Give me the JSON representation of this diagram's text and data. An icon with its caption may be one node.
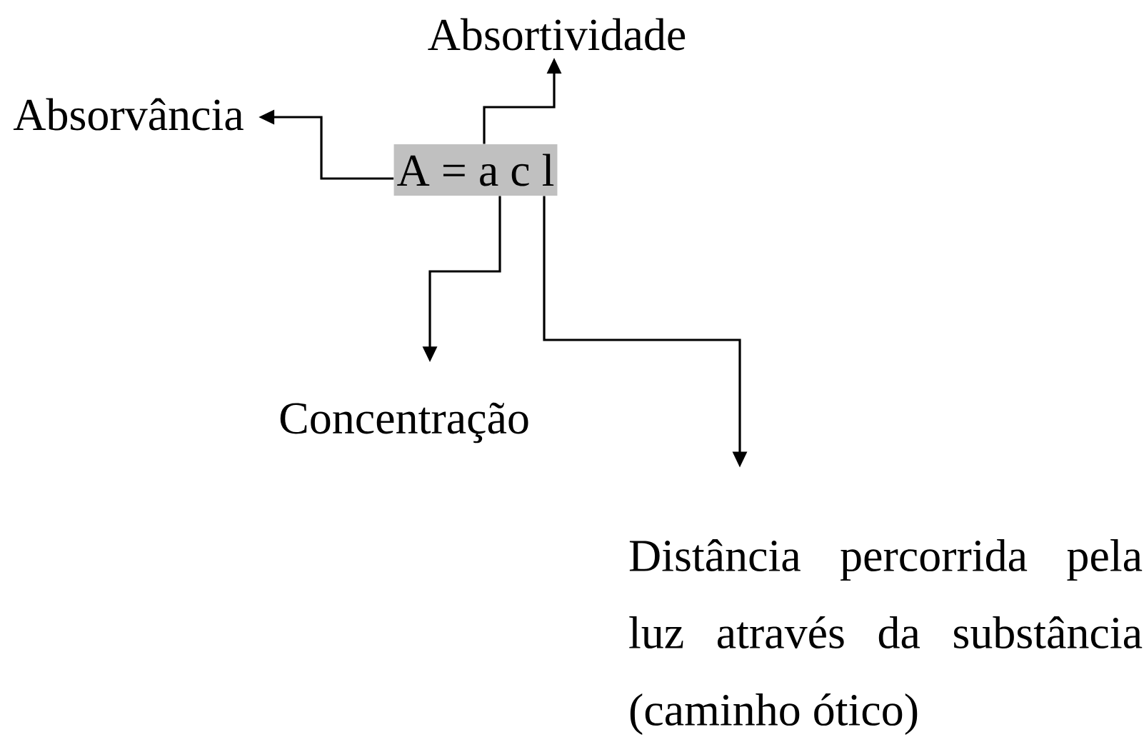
{
  "diagram": {
    "nodes": [
      {
        "text": [
          "A = a c l"
        ]
      },
      {
        "text": [
          "Absortividade"
        ]
      },
      {
        "text": [
          "Absorvância"
        ]
      },
      {
        "text": [
          "Concentração"
        ]
      },
      {
        "text": [
          "Distância percorrida pela luz através da substância (caminho ótico)"
        ]
      }
    ],
    "edges": [
      {
        "from": 0,
        "to": 2,
        "arrow": "to"
      },
      {
        "from": 0,
        "to": 1,
        "arrow": "to"
      },
      {
        "from": 0,
        "to": 3,
        "arrow": "to"
      },
      {
        "from": 0,
        "to": 4,
        "arrow": "to"
      }
    ]
  }
}
